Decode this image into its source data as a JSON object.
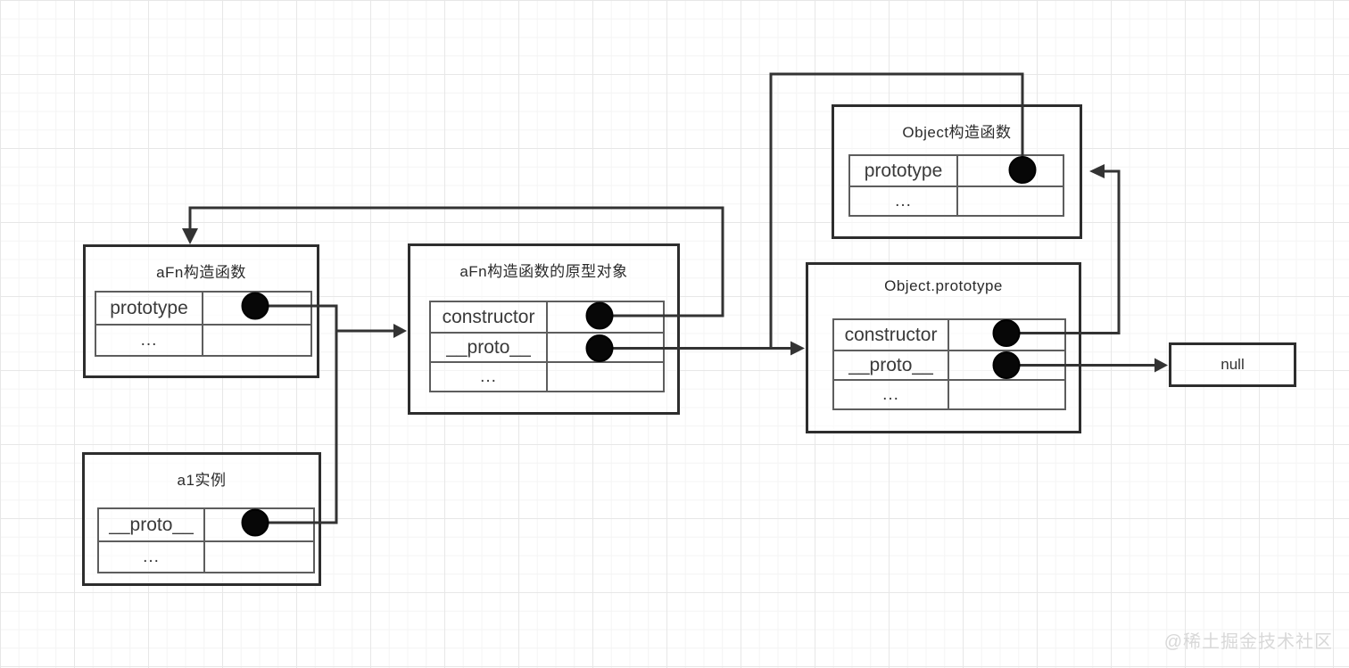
{
  "nodes": {
    "afn_constructor": {
      "title": "aFn构造函数",
      "rows": [
        {
          "label": "prototype"
        },
        {
          "label": "..."
        }
      ]
    },
    "a1_instance": {
      "title": "a1实例",
      "rows": [
        {
          "label": "__proto__"
        },
        {
          "label": "..."
        }
      ]
    },
    "afn_prototype_object": {
      "title": "aFn构造函数的原型对象",
      "rows": [
        {
          "label": "constructor"
        },
        {
          "label": "__proto__"
        },
        {
          "label": "..."
        }
      ]
    },
    "object_constructor": {
      "title": "Object构造函数",
      "rows": [
        {
          "label": "prototype"
        },
        {
          "label": "..."
        }
      ]
    },
    "object_prototype": {
      "title": "Object.prototype",
      "rows": [
        {
          "label": "constructor"
        },
        {
          "label": "__proto__"
        },
        {
          "label": "..."
        }
      ]
    },
    "null_node": {
      "title": "null"
    }
  },
  "watermark": {
    "text": "@稀土掘金技术社区"
  },
  "colors": {
    "edge": "#333333",
    "box_border": "#2d2d2d",
    "table_border": "#5d5d5d",
    "pointer_dot": "#070707",
    "watermark": "#d8d8d8",
    "grid_minor": "#f4f4f4",
    "grid_major": "#e7e7e7"
  }
}
